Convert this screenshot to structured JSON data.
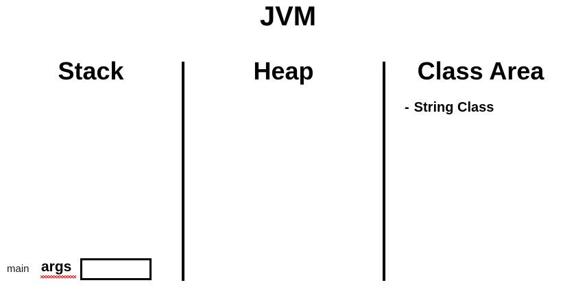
{
  "diagram": {
    "title": "JVM",
    "columns": [
      {
        "id": "stack",
        "heading": "Stack"
      },
      {
        "id": "heap",
        "heading": "Heap"
      },
      {
        "id": "class-area",
        "heading": "Class Area"
      }
    ],
    "class_area": {
      "items": [
        {
          "bullet": "-",
          "label": "String Class"
        }
      ]
    },
    "heap": {
      "items": []
    },
    "stack": {
      "frames": [
        {
          "method": "main",
          "variable": "args",
          "value": "",
          "spellcheck_flagged": true
        }
      ]
    },
    "colors": {
      "background": "#ffffff",
      "ink": "#000000",
      "spellcheck_underline": "#ee1c1c"
    }
  }
}
